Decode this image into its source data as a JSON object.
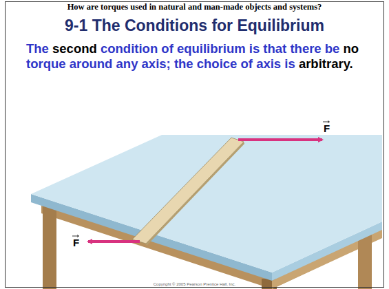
{
  "diagram": {
    "title": "9-1 The Conditions for Equilibrium",
    "labels": [
      "How are torques used in natural and man-made objects and systems?",
      "The second condition of equilibrium is that there be no torque around any axis; the choice of axis is arbitrary.",
      "F",
      "F",
      "Copyright © 2005 Pearson Prentice Hall, Inc."
    ]
  }
}
